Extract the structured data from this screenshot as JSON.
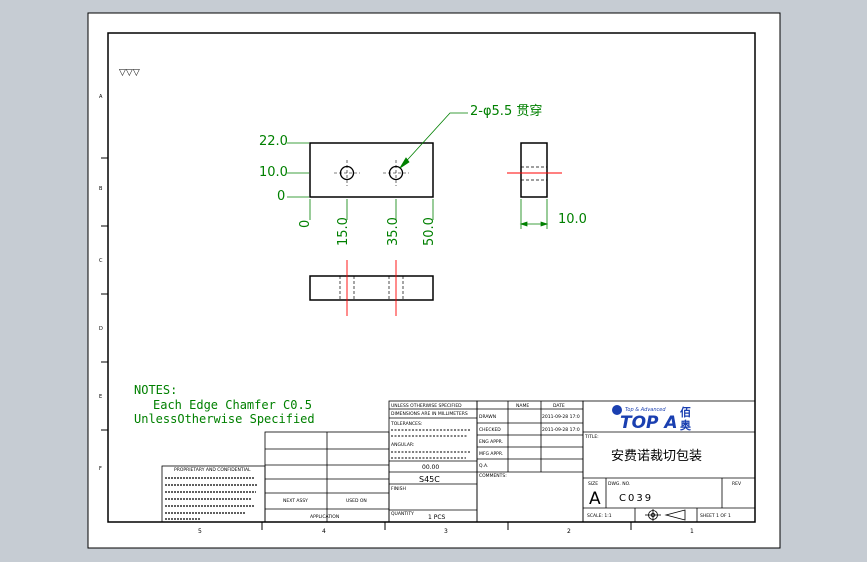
{
  "colors": {
    "background": "#c6ccd3",
    "sheet": "#ffffff",
    "line": "#000000",
    "dimension": "#008000",
    "centerline": "#ff0000",
    "logo_blue": "#1a3fb0"
  },
  "drawing": {
    "surface_symbol": "▽▽▽",
    "hole_callout": "2-φ5.5 贯穿",
    "dims_vertical": [
      "22.0",
      "10.0",
      "0"
    ],
    "dims_horizontal": [
      "0",
      "15.0",
      "35.0",
      "50.0"
    ],
    "dim_side": "10.0",
    "notes": [
      "NOTES:",
      "Each Edge Chamfer C0.5",
      "UnlessOtherwise Specified"
    ]
  },
  "border": {
    "zones_bottom": [
      "5",
      "4",
      "3",
      "2",
      "1"
    ],
    "zones_left": [
      "A",
      "B",
      "C",
      "D",
      "E",
      "F"
    ]
  },
  "title_block": {
    "title_label": "TITLE:",
    "title": "安费诺裁切包装",
    "size_label": "SIZE",
    "size": "A",
    "dwg_label": "DWG. NO.",
    "dwg_no": "C039",
    "rev_label": "REV",
    "scale_label": "SCALE: 1:1",
    "sheet_label": "SHEET 1 OF 1",
    "material": "S45C",
    "finish": "FINISH",
    "quantity_label": "QUANTITY",
    "quantity": "1 PCS",
    "weight": "00.00",
    "application_label": "APPLICATION",
    "next_assy": "NEXT ASSY",
    "used_on": "USED ON",
    "unless_specified": "UNLESS OTHERWISE SPECIFIED",
    "dims_in": "DIMENSIONS ARE IN MILLIMETERS",
    "tolerances": "TOLERANCES:",
    "angular": "ANGULAR:",
    "name_header": "NAME",
    "date_header": "DATE",
    "drawn": "DRAWN",
    "checked": "CHECKED",
    "eng_appr": "ENG APPR.",
    "mfg_appr": "MFG APPR.",
    "qa": "Q.A.",
    "comments": "COMMENTS:",
    "date1": "2011-09-28 17:0",
    "date2": "2011-09-28 17:0",
    "logo_tagline": "Top & Advanced",
    "logo_main": "TOP A",
    "logo_cn1": "佰",
    "logo_cn2": "奥",
    "proprietary": "PROPRIETARY AND CONFIDENTIAL"
  }
}
